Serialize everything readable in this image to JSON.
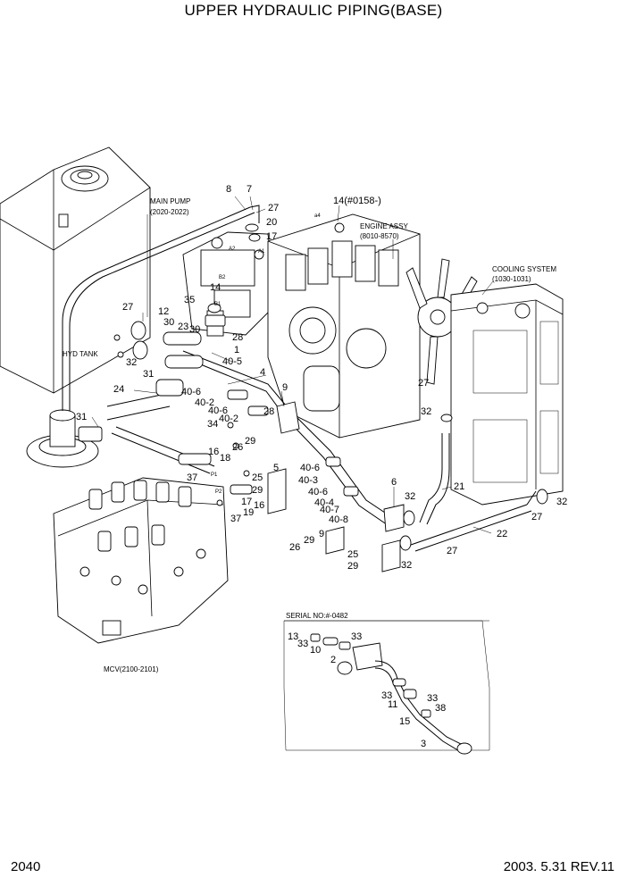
{
  "header": {
    "title": "UPPER HYDRAULIC PIPING(BASE)"
  },
  "footer": {
    "page": "2040",
    "revision": "2003. 5.31  REV.11"
  },
  "notes": {
    "main_pump": "MAIN PUMP",
    "main_pump_ref": "(2020-2022)",
    "engine": "ENGINE ASSY",
    "engine_ref": "(8010-8570)",
    "cooling": "COOLING SYSTEM",
    "cooling_ref": "(1030-1031)",
    "hyd_tank": "HYD TANK",
    "mcv": "MCV(2100-2101)",
    "serial": "SERIAL NO:#-0482",
    "port_a2": "A2",
    "port_a1": "A1",
    "port_b1": "B1",
    "port_b2": "B2",
    "port_p1": "P1",
    "port_p2": "P2",
    "port_a4": "a4"
  },
  "callouts": [
    "8",
    "7",
    "27",
    "20",
    "17",
    "14(#0158-)",
    "14",
    "35",
    "27",
    "12",
    "30",
    "23",
    "30",
    "28",
    "1",
    "40-5",
    "32",
    "4",
    "31",
    "24",
    "40-6",
    "40-2",
    "40-6",
    "40-2",
    "34",
    "28",
    "9",
    "31",
    "16",
    "18",
    "26",
    "29",
    "5",
    "37",
    "25",
    "29",
    "40-6",
    "40-3",
    "40-6",
    "40-4",
    "40-7",
    "40-8",
    "6",
    "32",
    "21",
    "27",
    "32",
    "32",
    "17",
    "19",
    "16",
    "37",
    "29",
    "9",
    "25",
    "29",
    "26",
    "32",
    "22",
    "27",
    "27",
    "32",
    "13",
    "33",
    "10",
    "33",
    "2",
    "33",
    "11",
    "33",
    "38",
    "15",
    "3"
  ]
}
